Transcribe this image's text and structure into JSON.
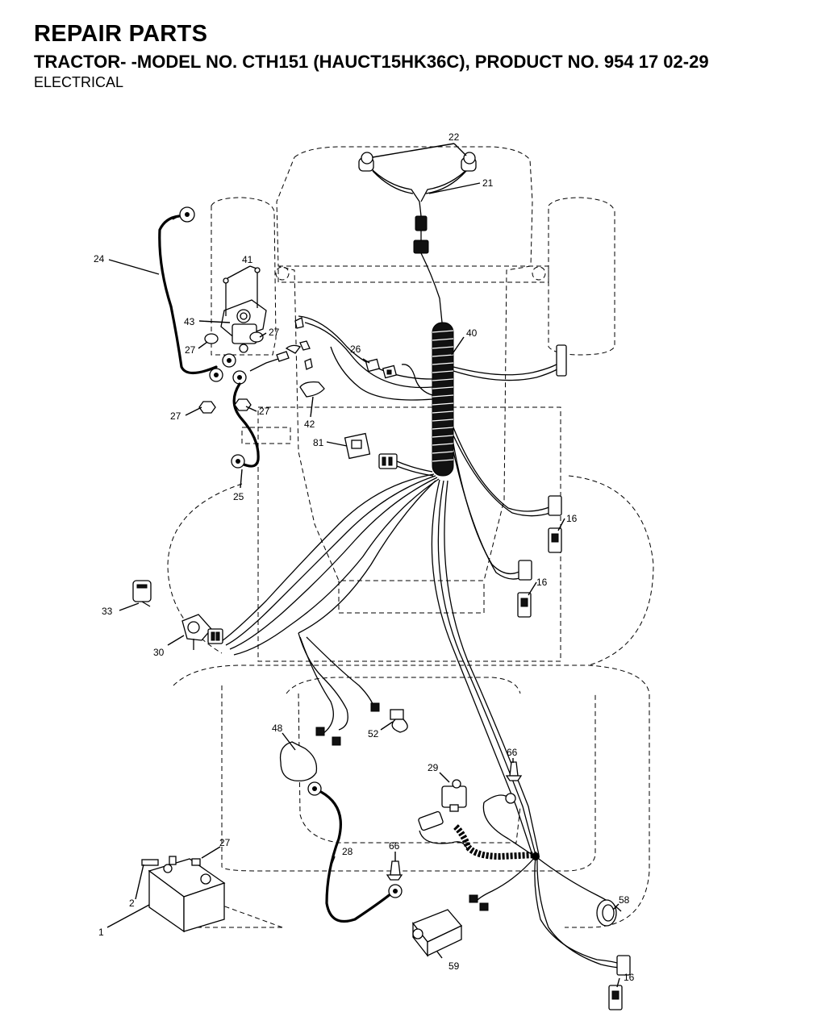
{
  "header": {
    "title": "REPAIR PARTS",
    "subtitle": "TRACTOR- -MODEL NO. CTH151 (HAUCT15HK36C), PRODUCT NO. 954 17 02-29",
    "section": "ELECTRICAL"
  },
  "callouts": {
    "c1": "1",
    "c2": "2",
    "c16a": "16",
    "c16b": "16",
    "c16c": "16",
    "c21": "21",
    "c22": "22",
    "c24": "24",
    "c25": "25",
    "c26": "26",
    "c27a": "27",
    "c27b": "27",
    "c27c": "27",
    "c27d": "27",
    "c27e": "27",
    "c28": "28",
    "c29": "29",
    "c30": "30",
    "c33": "33",
    "c40": "40",
    "c41": "41",
    "c42": "42",
    "c43": "43",
    "c48": "48",
    "c52": "52",
    "c58": "58",
    "c59": "59",
    "c66a": "66",
    "c66b": "66",
    "c81": "81"
  }
}
